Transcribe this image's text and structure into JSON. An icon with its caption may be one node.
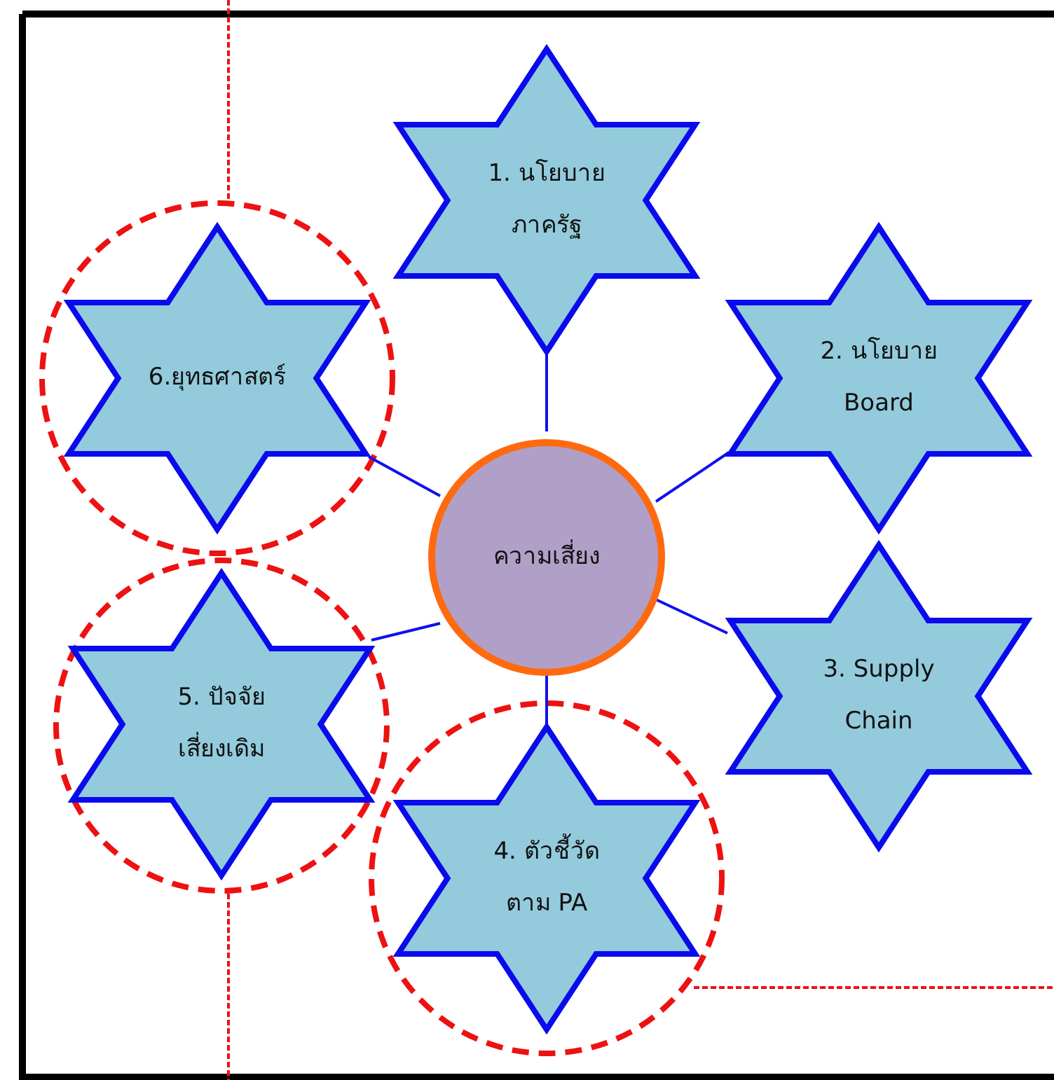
{
  "diagram": {
    "nodes": [
      {
        "text": [
          "ความเสี่ยง"
        ]
      },
      {
        "text": [
          "1. นโยบาย ภาครัฐ"
        ]
      },
      {
        "text": [
          "2. นโยบาย Board"
        ]
      },
      {
        "text": [
          "3. Supply Chain"
        ]
      },
      {
        "text": [
          "4. ตัวชี้วัด ตาม PA"
        ]
      },
      {
        "text": [
          "5. ปัจจัย เสี่ยงเดิม"
        ]
      },
      {
        "text": [
          "6.ยุทธศาสตร์"
        ]
      }
    ],
    "edges": [
      {
        "from": 0,
        "to": 1,
        "arrow": "none"
      },
      {
        "from": 0,
        "to": 2,
        "arrow": "none"
      },
      {
        "from": 0,
        "to": 3,
        "arrow": "none"
      },
      {
        "from": 0,
        "to": 4,
        "arrow": "none"
      },
      {
        "from": 0,
        "to": 5,
        "arrow": "none"
      },
      {
        "from": 0,
        "to": 6,
        "arrow": "none"
      }
    ]
  }
}
